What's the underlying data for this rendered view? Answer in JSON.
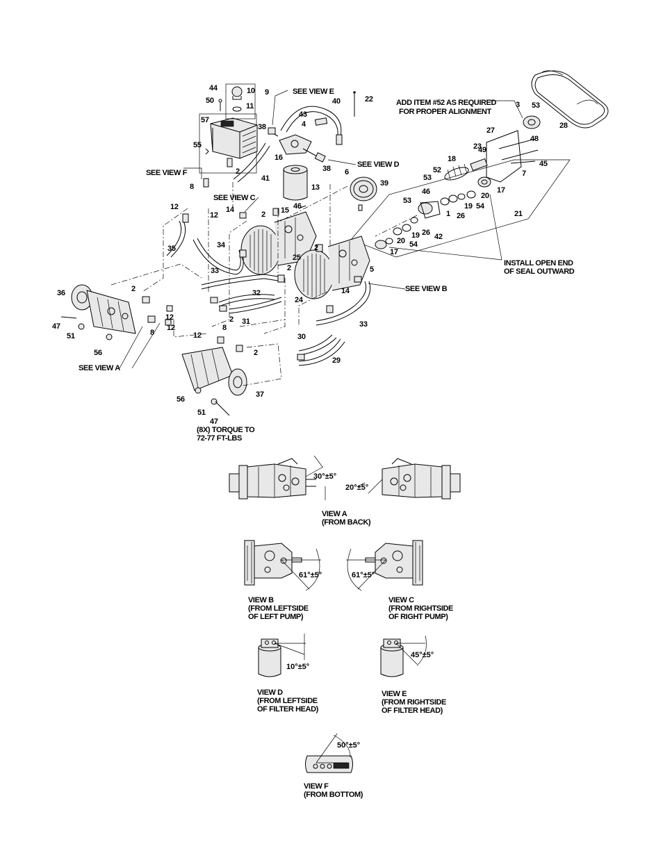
{
  "parts": [
    "44",
    "50",
    "10",
    "9",
    "11",
    "57",
    "55",
    "2",
    "41",
    "38",
    "16",
    "43",
    "4",
    "22",
    "40",
    "38",
    "6",
    "39",
    "13",
    "46",
    "15",
    "2",
    "14",
    "53",
    "52",
    "18",
    "49",
    "23",
    "27",
    "48",
    "3",
    "28",
    "53",
    "7",
    "45",
    "17",
    "20",
    "19",
    "54",
    "26",
    "1",
    "42",
    "46",
    "21",
    "53",
    "20",
    "17",
    "19",
    "26",
    "54",
    "2",
    "5",
    "25",
    "24",
    "14",
    "2",
    "12",
    "8",
    "12",
    "35",
    "34",
    "33",
    "32",
    "36",
    "2",
    "47",
    "51",
    "8",
    "12",
    "12",
    "56",
    "12",
    "8",
    "31",
    "2",
    "30",
    "29",
    "33",
    "2",
    "56",
    "37",
    "51",
    "47"
  ],
  "notes": {
    "see_view_e": "SEE VIEW E",
    "see_view_d": "SEE VIEW D",
    "see_view_f": "SEE VIEW F",
    "see_view_c": "SEE VIEW C",
    "see_view_b": "SEE VIEW B",
    "see_view_a": "SEE VIEW A",
    "add_item_1": "ADD ITEM #52 AS REQUIRED",
    "add_item_2": "FOR PROPER ALIGNMENT",
    "install_1": "INSTALL OPEN END",
    "install_2": "OF SEAL OUTWARD",
    "torque_1": "(8X) TORQUE TO",
    "torque_2": "72-77 FT-LBS"
  },
  "views": {
    "a": {
      "title": "VIEW A",
      "sub1": "(FROM BACK)",
      "angle1": "30°±5°",
      "angle2": "20°±5°"
    },
    "b": {
      "title": "VIEW B",
      "sub1": "(FROM LEFTSIDE",
      "sub2": "OF LEFT PUMP)",
      "angle": "61°±5°"
    },
    "c": {
      "title": "VIEW C",
      "sub1": "(FROM RIGHTSIDE",
      "sub2": "OF RIGHT PUMP)",
      "angle": "61°±5°"
    },
    "d": {
      "title": "VIEW D",
      "sub1": "(FROM LEFTSIDE",
      "sub2": "OF FILTER HEAD)",
      "angle": "10°±5°"
    },
    "e": {
      "title": "VIEW E",
      "sub1": "(FROM RIGHTSIDE",
      "sub2": "OF FILTER HEAD)",
      "angle": "45°±5°"
    },
    "f": {
      "title": "VIEW F",
      "sub1": "(FROM BOTTOM)",
      "angle": "50°±5°"
    }
  }
}
